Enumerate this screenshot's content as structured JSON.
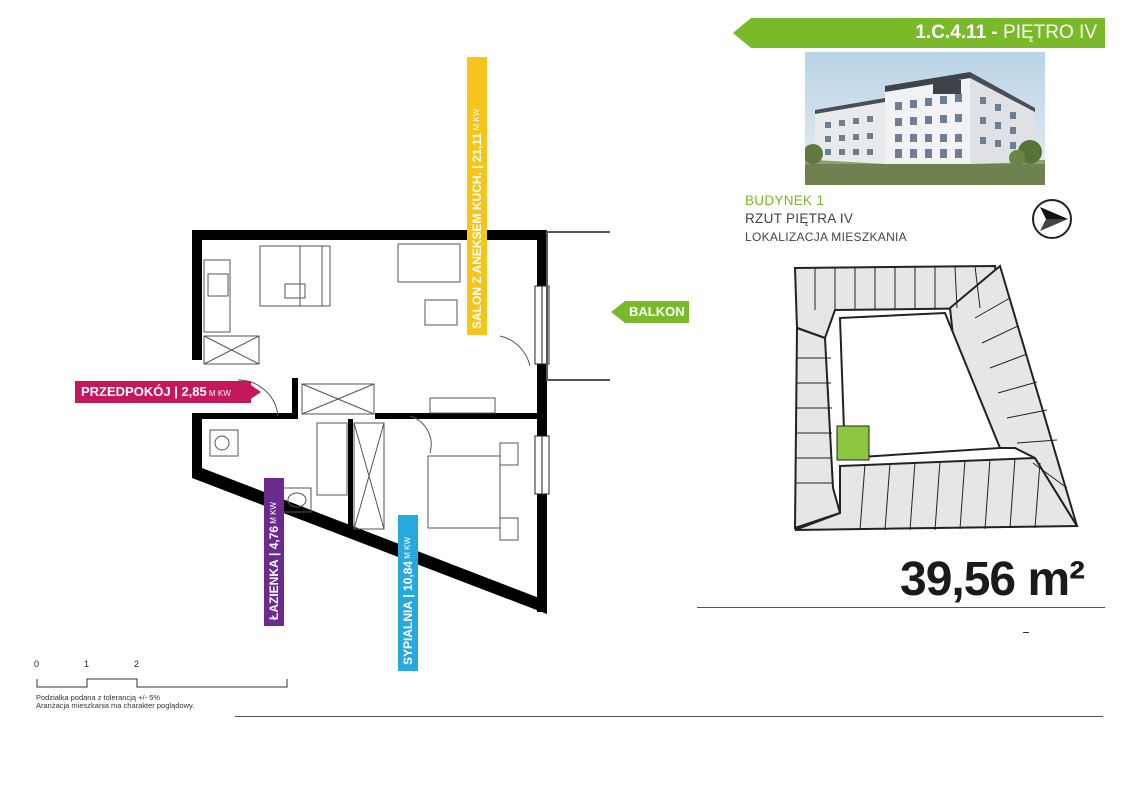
{
  "unit": {
    "code": "1.C.4.11",
    "separator": " - ",
    "floor": "PIĘTRO IV"
  },
  "building": {
    "name": "BUDYNEK 1",
    "floor_plan": "RZUT PIĘTRA IV",
    "location": "LOKALIZACJA MIESZKANIA"
  },
  "area": {
    "value": "39,56",
    "unit": "m²"
  },
  "rooms": {
    "hall": {
      "name": "PRZEDPOKÓJ",
      "sep": " | ",
      "area": "2,85",
      "unit": " M KW"
    },
    "living": {
      "name": "SALON Z ANEKSEM KUCH.",
      "sep": " | ",
      "area": "21,11",
      "unit": " M KW"
    },
    "balcony": {
      "name": "BALKON"
    },
    "bath": {
      "name": "ŁAZIENKA",
      "sep": " | ",
      "area": "4,76",
      "unit": " M KW"
    },
    "bedroom": {
      "name": "SYPIALNIA",
      "sep": " | ",
      "area": "10,84",
      "unit": " M KW"
    }
  },
  "scale": {
    "marks": [
      "0",
      "1",
      "2"
    ],
    "note_1": "Podziałka podana z tolerancją +/- 5%",
    "note_2": "Aranżacja mieszkania ma charakter poglądowy."
  },
  "colors": {
    "green": "#7ab929",
    "hall": "#c4175c",
    "living": "#f4c51a",
    "bath": "#6b2a8c",
    "bedroom": "#29a8e0"
  }
}
